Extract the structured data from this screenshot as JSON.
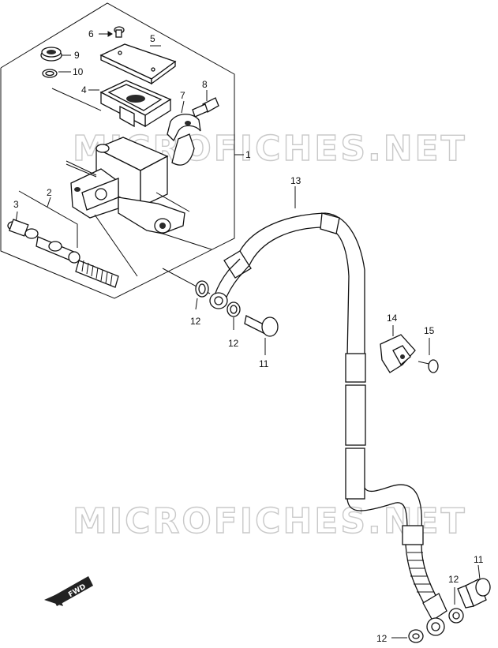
{
  "watermark": {
    "text": "MICROFICHES.NET"
  },
  "direction_marker": {
    "text": "FWD"
  },
  "labels": {
    "p1": "1",
    "p2": "2",
    "p3": "3",
    "p4": "4",
    "p5": "5",
    "p6": "6",
    "p7": "7",
    "p8": "8",
    "p9": "9",
    "p10": "10",
    "p11_a": "11",
    "p11_b": "11",
    "p12_a": "12",
    "p12_b": "12",
    "p12_c": "12",
    "p12_d": "12",
    "p13": "13",
    "p14": "14",
    "p15": "15"
  },
  "colors": {
    "line": "#111111",
    "watermark": "#c9c9c9"
  }
}
